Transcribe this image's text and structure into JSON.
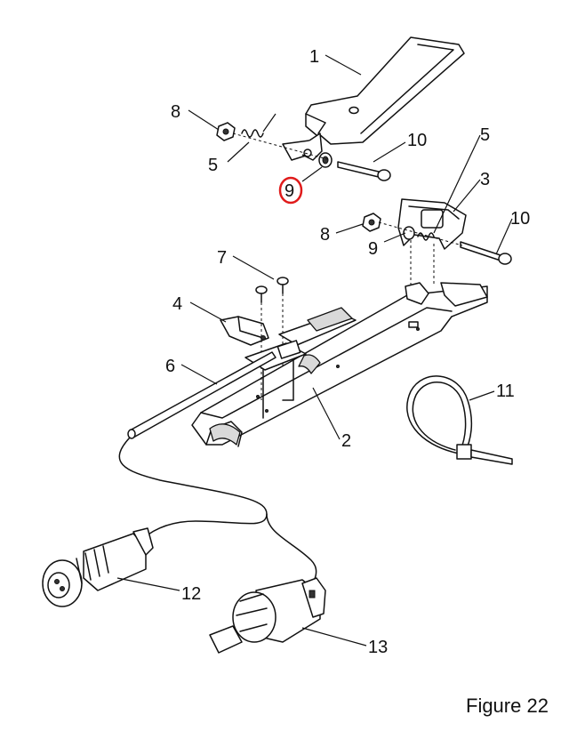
{
  "figure": {
    "caption": "Figure 22"
  },
  "callouts": [
    {
      "id": "c1",
      "label": "1"
    },
    {
      "id": "c8a",
      "label": "8"
    },
    {
      "id": "c5a",
      "label": "5"
    },
    {
      "id": "c10a",
      "label": "10"
    },
    {
      "id": "c9a",
      "label": "9",
      "highlighted": true
    },
    {
      "id": "c5b",
      "label": "5"
    },
    {
      "id": "c3",
      "label": "3"
    },
    {
      "id": "c10b",
      "label": "10"
    },
    {
      "id": "c8b",
      "label": "8"
    },
    {
      "id": "c9b",
      "label": "9"
    },
    {
      "id": "c7",
      "label": "7"
    },
    {
      "id": "c4",
      "label": "4"
    },
    {
      "id": "c6",
      "label": "6"
    },
    {
      "id": "c11",
      "label": "11"
    },
    {
      "id": "c2",
      "label": "2"
    },
    {
      "id": "c12",
      "label": "12"
    },
    {
      "id": "c13",
      "label": "13"
    }
  ],
  "colors": {
    "line": "#111111",
    "highlight": "#e01b1b",
    "shade": "#d9d9d9"
  }
}
